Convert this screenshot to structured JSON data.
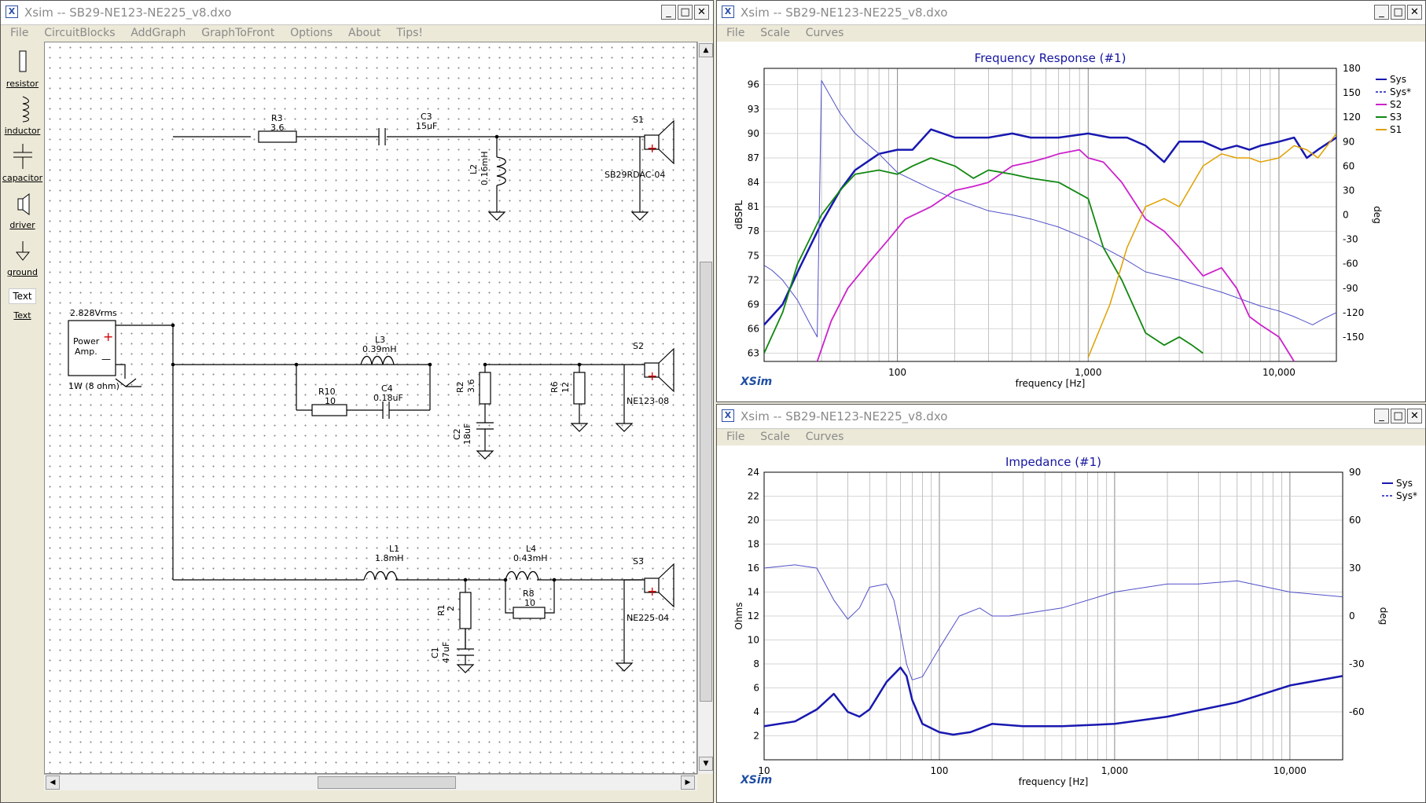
{
  "schematic_window": {
    "title": "Xsim -- SB29-NE123-NE225_v8.dxo",
    "menu": [
      "File",
      "CircuitBlocks",
      "AddGraph",
      "GraphToFront",
      "Options",
      "About",
      "Tips!"
    ],
    "tools": [
      {
        "label": "resistor",
        "icon": "resistor-icon"
      },
      {
        "label": "inductor",
        "icon": "inductor-icon"
      },
      {
        "label": "capacitor",
        "icon": "capacitor-icon"
      },
      {
        "label": "driver",
        "icon": "driver-icon"
      },
      {
        "label": "ground",
        "icon": "ground-icon"
      },
      {
        "label": "Text",
        "icon": "text-icon",
        "box": "Text"
      }
    ],
    "amp": {
      "voltage": "2.828Vrms",
      "name_line1": "Power",
      "name_line2": "Amp.",
      "plus": "+",
      "minus": "—",
      "note": "1W (8 ohm)"
    },
    "parts": {
      "R3": {
        "name": "R3",
        "value": "3.6"
      },
      "C3": {
        "name": "C3",
        "value": "15uF"
      },
      "L2": {
        "name": "L2",
        "value": "0.16mH"
      },
      "S1": {
        "name": "S1",
        "model": "SB29RDAC-04"
      },
      "L3": {
        "name": "L3",
        "value": "0.39mH"
      },
      "R10": {
        "name": "R10",
        "value": "10"
      },
      "C4": {
        "name": "C4",
        "value": "0.18uF"
      },
      "R2": {
        "name": "R2",
        "value": "3.6"
      },
      "C2": {
        "name": "C2",
        "value": "18uF"
      },
      "R6": {
        "name": "R6",
        "value": "12"
      },
      "S2": {
        "name": "S2",
        "model": "NE123-08"
      },
      "L1": {
        "name": "L1",
        "value": "1.8mH"
      },
      "L4": {
        "name": "L4",
        "value": "0.43mH"
      },
      "R8": {
        "name": "R8",
        "value": "10"
      },
      "R1": {
        "name": "R1",
        "value": "2"
      },
      "C1": {
        "name": "C1",
        "value": "47uF"
      },
      "S3": {
        "name": "S3",
        "model": "NE225-04"
      }
    }
  },
  "fr_window": {
    "title": "Xsim -- SB29-NE123-NE225_v8.dxo",
    "menu": [
      "File",
      "Scale",
      "Curves"
    ],
    "brand": "XSim",
    "chart_data": {
      "type": "line",
      "title": "Frequency Response (#1)",
      "xlabel": "frequency [Hz]",
      "ylabel": "dBSPL",
      "y2label": "deg",
      "xscale": "log",
      "xlim": [
        20,
        20000
      ],
      "ylim": [
        62,
        98
      ],
      "y2lim": [
        -180,
        180
      ],
      "xticks": [
        {
          "v": 100,
          "label": "100"
        },
        {
          "v": 1000,
          "label": "1,000"
        },
        {
          "v": 10000,
          "label": "10,000"
        }
      ],
      "yticks": [
        63,
        66,
        69,
        72,
        75,
        78,
        81,
        84,
        87,
        90,
        93,
        96
      ],
      "y2ticks": [
        180,
        150,
        120,
        90,
        60,
        30,
        0,
        -30,
        -60,
        -90,
        -120,
        -150
      ],
      "grid": true,
      "legend_position": "right",
      "series": [
        {
          "name": "Sys",
          "color": "#1818b0",
          "axis": "left",
          "width": 2.5,
          "dash": false,
          "x": [
            20,
            25,
            30,
            40,
            50,
            60,
            80,
            100,
            120,
            150,
            200,
            300,
            400,
            500,
            700,
            1000,
            1300,
            1600,
            2000,
            2500,
            3000,
            4000,
            5000,
            6000,
            7000,
            8000,
            10000,
            12000,
            14000,
            16000,
            20000
          ],
          "y": [
            66.5,
            69,
            73,
            79,
            83,
            85.5,
            87.5,
            88,
            88,
            90.5,
            89.5,
            89.5,
            90,
            89.5,
            89.5,
            90,
            89.5,
            89.5,
            88.5,
            86.5,
            89,
            89,
            88,
            88.5,
            88,
            88.5,
            89,
            89.5,
            87,
            88,
            89.5
          ]
        },
        {
          "name": "Sys*",
          "color": "#5050c8",
          "axis": "right",
          "width": 1,
          "dash": false,
          "x": [
            20,
            22,
            25,
            30,
            35,
            38,
            40,
            50,
            60,
            80,
            100,
            150,
            200,
            300,
            400,
            500,
            700,
            1000,
            1500,
            2000,
            3000,
            5000,
            8000,
            10000,
            12000,
            15000,
            17000,
            20000
          ],
          "y": [
            -62,
            -68,
            -80,
            -105,
            -135,
            -150,
            165,
            125,
            100,
            75,
            52,
            32,
            20,
            5,
            0,
            -5,
            -15,
            -30,
            -52,
            -70,
            -80,
            -95,
            -112,
            -118,
            -125,
            -135,
            -128,
            -120
          ]
        },
        {
          "name": "S2",
          "color": "#cc22cc",
          "axis": "left",
          "width": 1.8,
          "dash": false,
          "x": [
            38,
            45,
            55,
            70,
            90,
            110,
            150,
            200,
            250,
            300,
            400,
            500,
            600,
            700,
            900,
            1000,
            1200,
            1500,
            2000,
            2500,
            3000,
            4000,
            5000,
            6000,
            7000,
            8000,
            10000,
            12000
          ],
          "y": [
            62,
            67,
            71,
            74,
            77,
            79.5,
            81,
            83,
            83.5,
            84,
            86,
            86.5,
            87,
            87.5,
            88,
            87,
            86.5,
            84,
            79.5,
            78,
            76,
            72.5,
            73.5,
            71,
            67.5,
            66.5,
            65,
            62
          ]
        },
        {
          "name": "S3",
          "color": "#118811",
          "axis": "left",
          "width": 1.8,
          "dash": false,
          "x": [
            20,
            25,
            30,
            40,
            50,
            60,
            80,
            100,
            120,
            150,
            200,
            250,
            300,
            400,
            500,
            700,
            1000,
            1200,
            1500,
            2000,
            2500,
            3000,
            3500,
            4000
          ],
          "y": [
            63,
            68,
            74,
            80,
            83,
            85,
            85.5,
            85,
            86,
            87,
            86,
            84.5,
            85.5,
            85,
            84.5,
            84,
            82,
            76,
            72,
            65.5,
            64,
            65,
            64,
            63
          ]
        },
        {
          "name": "S1",
          "color": "#e0a000",
          "axis": "left",
          "width": 1.5,
          "dash": false,
          "x": [
            1000,
            1300,
            1600,
            2000,
            2500,
            3000,
            4000,
            5000,
            6000,
            7000,
            8000,
            10000,
            12000,
            14000,
            16000,
            20000
          ],
          "y": [
            62.5,
            69,
            76,
            81,
            82,
            81,
            86,
            87.5,
            87,
            87,
            86.5,
            87,
            88.5,
            88,
            87,
            90
          ]
        }
      ]
    }
  },
  "imp_window": {
    "title": "Xsim -- SB29-NE123-NE225_v8.dxo",
    "menu": [
      "File",
      "Scale",
      "Curves"
    ],
    "brand": "XSim",
    "chart_data": {
      "type": "line",
      "title": "Impedance (#1)",
      "xlabel": "frequency [Hz]",
      "ylabel": "Ohms",
      "y2label": "deg",
      "xscale": "log",
      "xlim": [
        10,
        20000
      ],
      "ylim": [
        0,
        24
      ],
      "y2lim": [
        -90,
        90
      ],
      "xticks": [
        {
          "v": 10,
          "label": "10"
        },
        {
          "v": 100,
          "label": "100"
        },
        {
          "v": 1000,
          "label": "1,000"
        },
        {
          "v": 10000,
          "label": "10,000"
        }
      ],
      "yticks": [
        2,
        4,
        6,
        8,
        10,
        12,
        14,
        16,
        18,
        20,
        22,
        24
      ],
      "y2ticks": [
        90,
        60,
        30,
        0,
        -30,
        -60
      ],
      "grid": true,
      "legend_position": "right",
      "series": [
        {
          "name": "Sys",
          "color": "#1818b0",
          "axis": "left",
          "width": 2.5,
          "dash": false,
          "x": [
            10,
            15,
            20,
            25,
            30,
            35,
            40,
            50,
            60,
            65,
            70,
            80,
            100,
            120,
            150,
            200,
            300,
            500,
            1000,
            2000,
            5000,
            10000,
            20000
          ],
          "y": [
            2.8,
            3.2,
            4.2,
            5.5,
            4,
            3.6,
            4.2,
            6.5,
            7.7,
            7,
            5,
            3,
            2.3,
            2.1,
            2.3,
            3,
            2.8,
            2.8,
            3,
            3.6,
            4.8,
            6.2,
            7
          ]
        },
        {
          "name": "Sys*",
          "color": "#5050c8",
          "axis": "right",
          "width": 1,
          "dash": false,
          "x": [
            10,
            15,
            20,
            25,
            30,
            35,
            40,
            50,
            55,
            60,
            65,
            70,
            80,
            100,
            130,
            170,
            200,
            250,
            500,
            1000,
            2000,
            3000,
            5000,
            10000,
            20000
          ],
          "y": [
            30,
            32,
            30,
            10,
            -2,
            5,
            18,
            20,
            10,
            -10,
            -30,
            -40,
            -38,
            -20,
            0,
            5,
            0,
            0,
            5,
            15,
            20,
            20,
            22,
            15,
            12
          ]
        }
      ]
    }
  }
}
